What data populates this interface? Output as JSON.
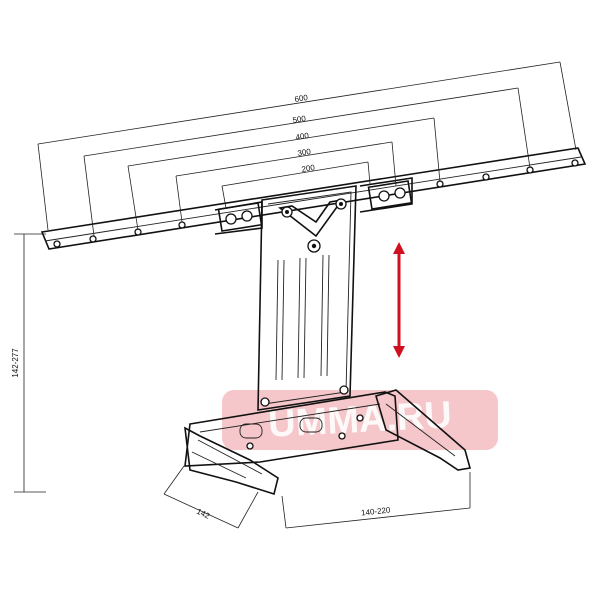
{
  "dimensions": {
    "d600": "600",
    "d500": "500",
    "d400": "400",
    "d300": "300",
    "d200": "200",
    "height": "142-277",
    "depth": "142",
    "width": "140-220"
  },
  "watermark": "UMMA.RU",
  "colors": {
    "line": "#111111",
    "arrow": "#d0101e",
    "watermark_fill": "#f2b9be"
  },
  "icons": {
    "adjust_arrow": "double-headed-vertical-arrow"
  }
}
